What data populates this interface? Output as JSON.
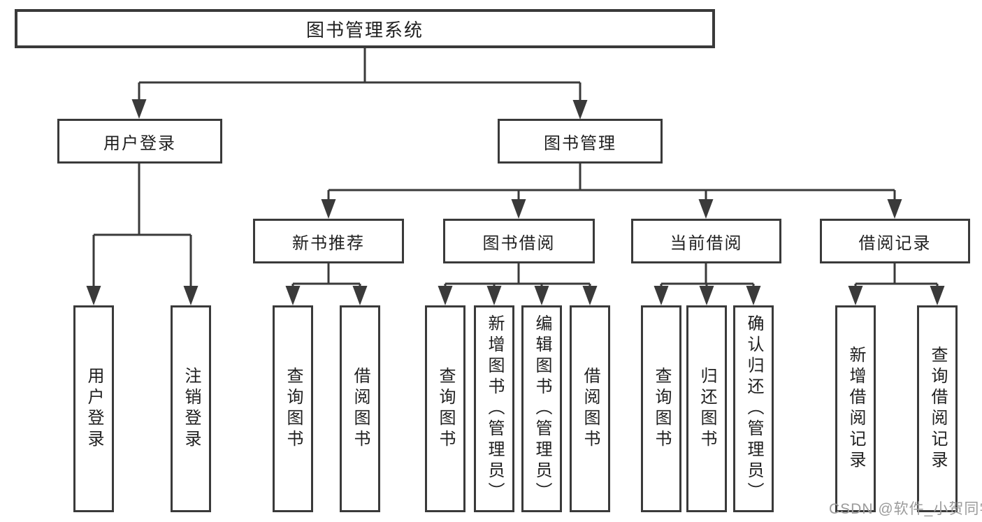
{
  "diagram_type": "hierarchy-tree",
  "colors": {
    "line": "#3a3a3a",
    "box_border": "#3a3a3a",
    "text": "#1f1f1f",
    "background": "#ffffff",
    "watermark_text_color": "#9b9b9b"
  },
  "tree": {
    "root": "图书管理系统",
    "user_login": {
      "label": "用户登录",
      "children": [
        "用户登录",
        "注销登录"
      ]
    },
    "book_mgmt": {
      "label": "图书管理",
      "sections": [
        {
          "label": "新书推荐",
          "children": [
            "查询图书",
            "借阅图书"
          ]
        },
        {
          "label": "图书借阅",
          "children": [
            "查询图书",
            "新增图书（管理员）",
            "编辑图书（管理员）",
            "借阅图书"
          ]
        },
        {
          "label": "当前借阅",
          "children": [
            "查询图书",
            "归还图书",
            "确认归还（管理员）"
          ]
        },
        {
          "label": "借阅记录",
          "children": [
            "新增借阅记录",
            "查询借阅记录"
          ]
        }
      ]
    }
  },
  "watermark": "CSDN @软件_小贺同学"
}
